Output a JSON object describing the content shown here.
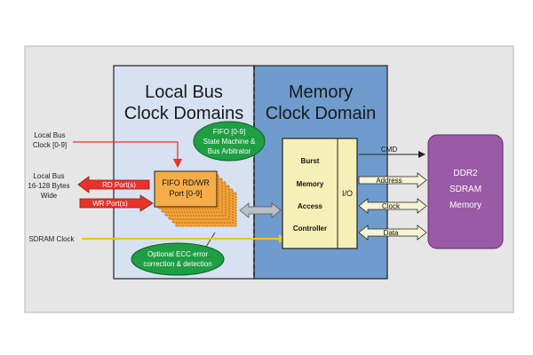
{
  "regions": {
    "local_title_1": "Local Bus",
    "local_title_2": "Clock Domains",
    "memory_title_1": "Memory",
    "memory_title_2": "Clock Domain"
  },
  "labels": {
    "local_bus_clock_1": "Local Bus",
    "local_bus_clock_2": "Clock [0-9]",
    "local_bus_width_1": "Local Bus",
    "local_bus_width_2": "16-128 Bytes",
    "local_bus_width_3": "Wide",
    "sdram_clock": "SDRAM Clock"
  },
  "ports": {
    "rd": "RD Port(s)",
    "wr": "WR Port(s)"
  },
  "fifo": {
    "line1": "FIFO RD/WR",
    "line2": "Port [0-9]"
  },
  "ovals": {
    "state_machine_1": "FIFO [0-9]",
    "state_machine_2": "State Machine &",
    "state_machine_3": "Bus Arbitrator",
    "ecc_1": "Optional ECC error",
    "ecc_2": "correction & detection"
  },
  "controller": {
    "line1": "Burst",
    "line2": "Memory",
    "line3": "Access",
    "line4": "Controller",
    "io": "I/O"
  },
  "signals": {
    "cmd": "CMD",
    "address": "Address",
    "clock": "Clock",
    "data": "Data"
  },
  "ddr": {
    "line1": "DDR2",
    "line2": "SDRAM",
    "line3": "Memory"
  },
  "colors": {
    "frame_bg": "#e6e6e6",
    "local_bg": "#d6e2f1",
    "memory_bg": "#6f9ccd",
    "fifo": "#f2a23a",
    "controller": "#f5f0b8",
    "oval": "#1f9e44",
    "ddr": "#9a5aa6",
    "port": "#e8332a",
    "sdram_line": "#f0c419"
  }
}
